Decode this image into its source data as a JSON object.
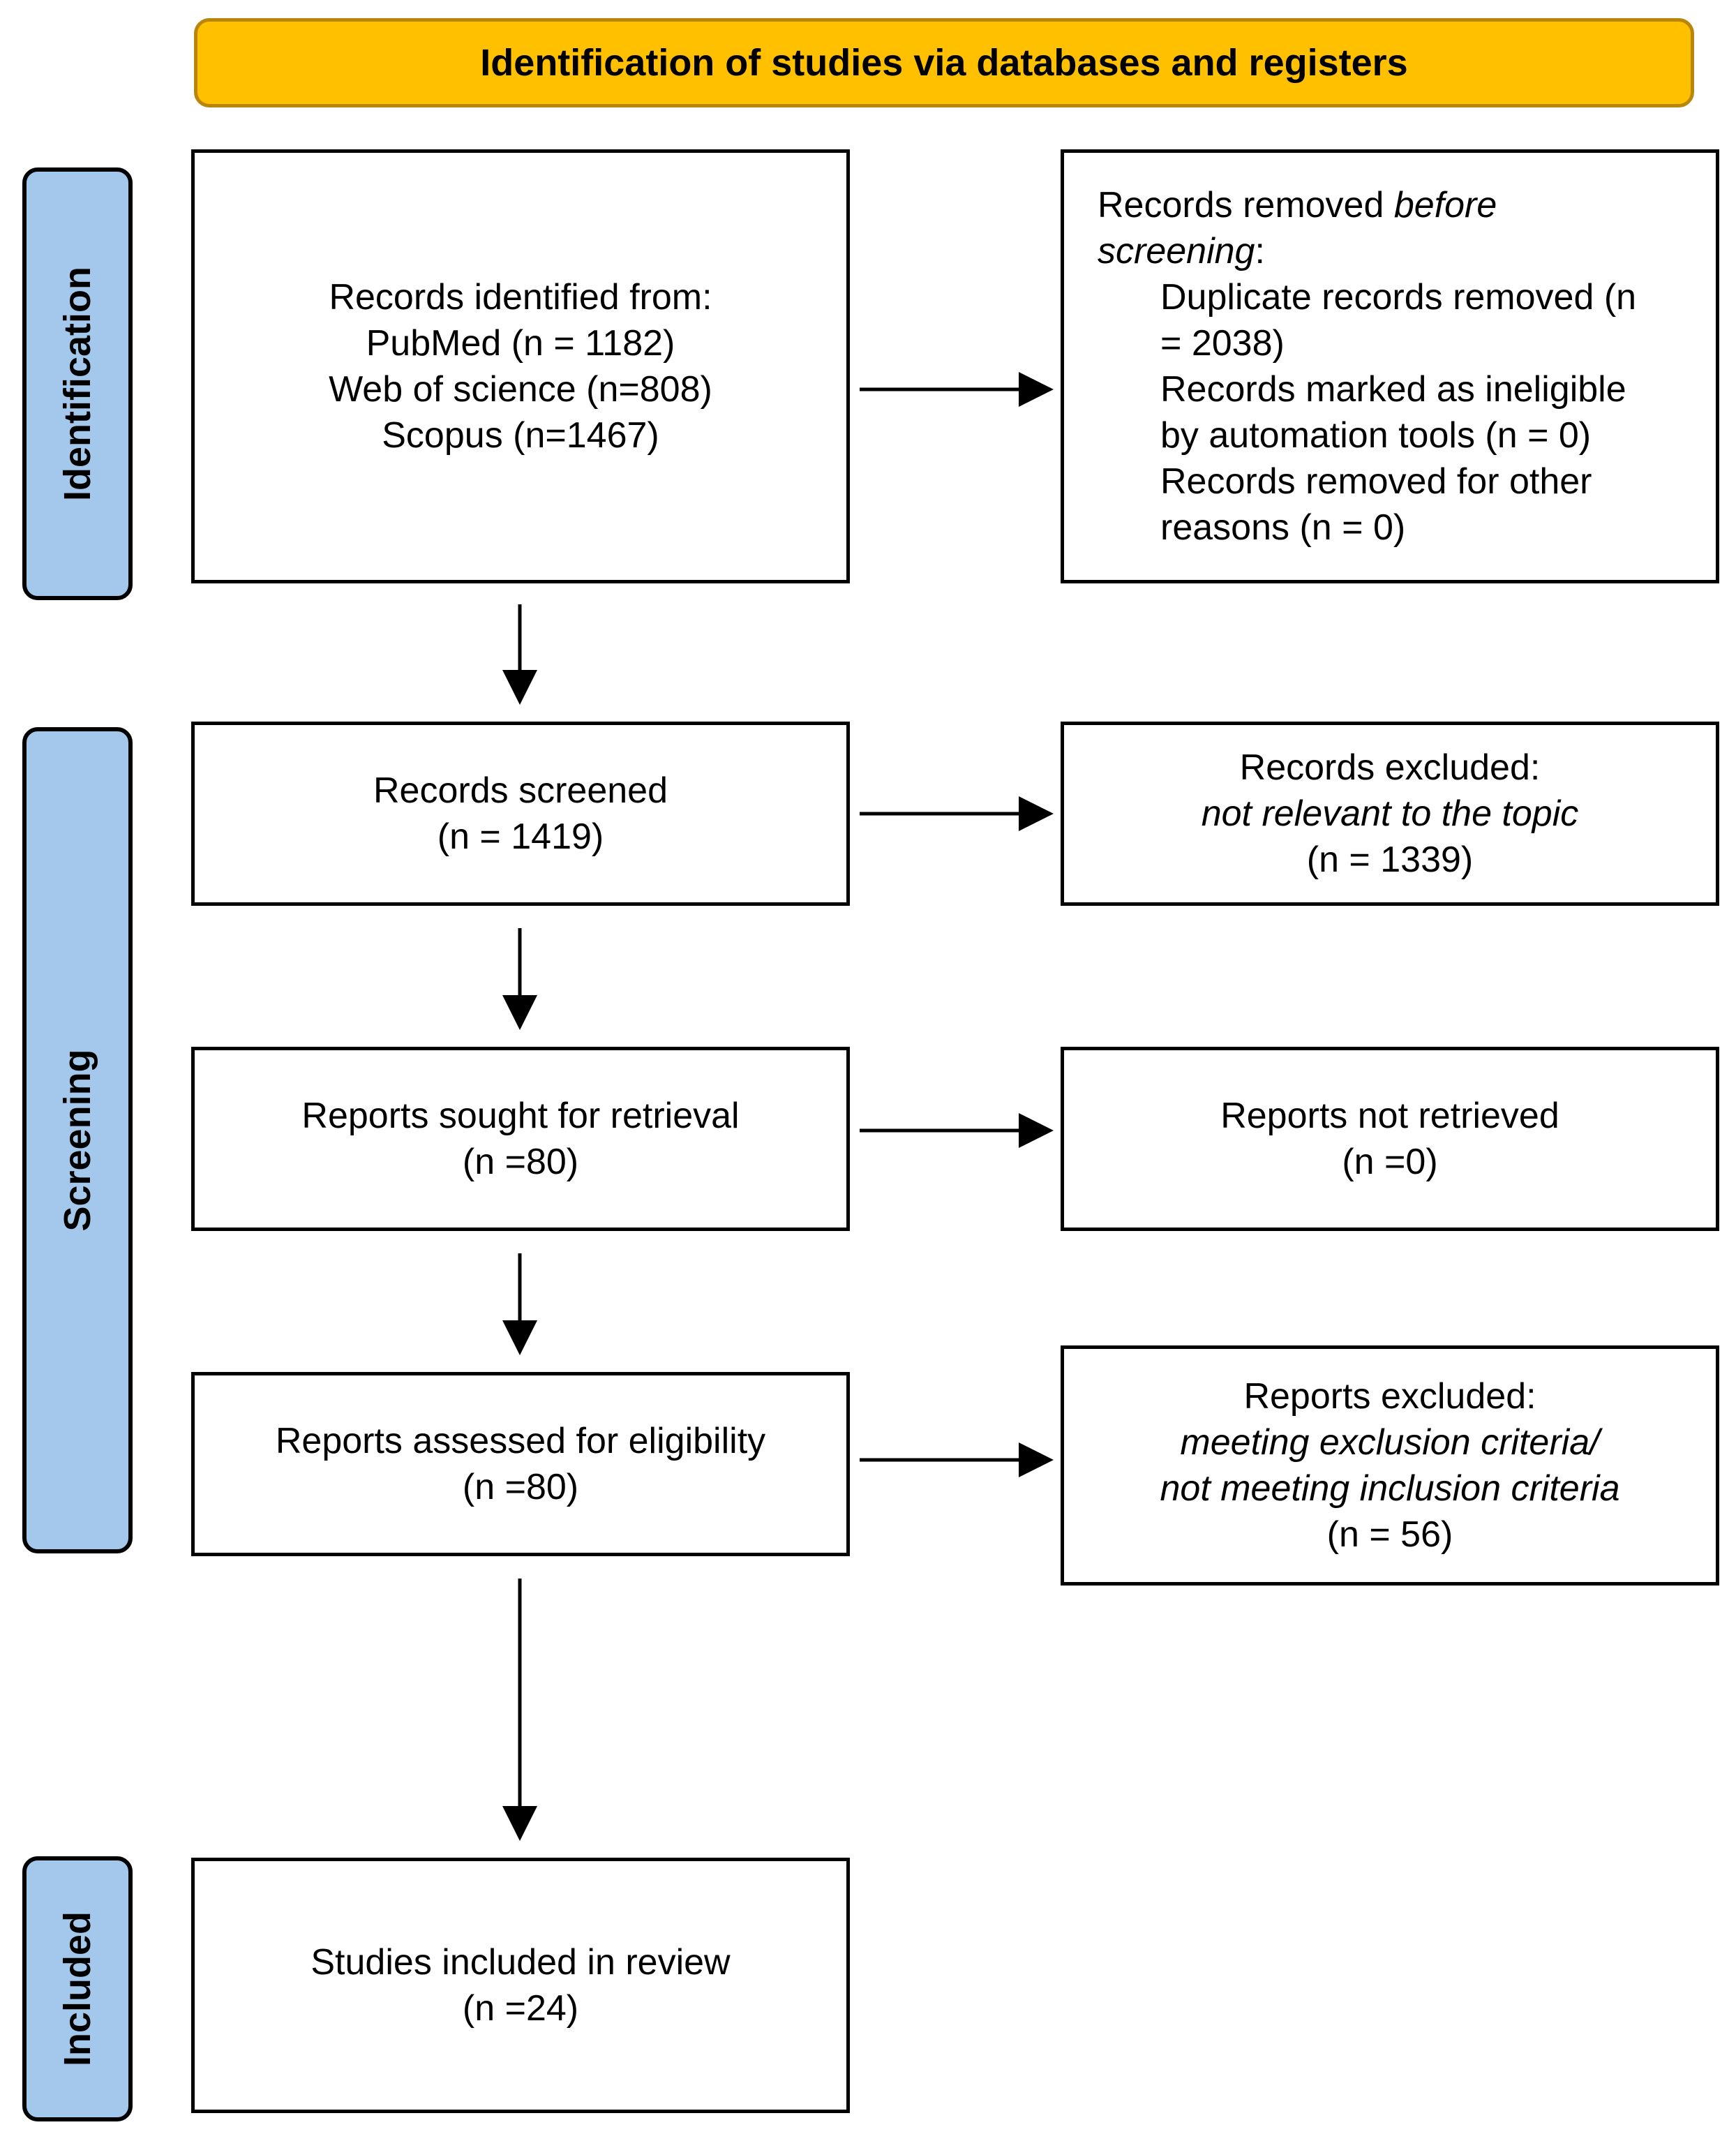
{
  "banner": {
    "title": "Identification of studies via databases and registers"
  },
  "colors": {
    "banner_fill": "#FFC000",
    "banner_border": "#B8860B",
    "phase_fill": "#A4C8EC",
    "line": "#000000"
  },
  "phases": {
    "identification": "Identification",
    "screening": "Screening",
    "included": "Included"
  },
  "boxes": {
    "records_identified": {
      "heading": "Records identified from:",
      "lines": [
        "PubMed (n = 1182)",
        "Web of science (n=808)",
        "Scopus (n=1467)"
      ]
    },
    "records_removed": {
      "heading_plain": "Records removed ",
      "heading_italic": "before",
      "heading_italic2": "screening",
      "heading_colon": ":",
      "line1a": "Duplicate records removed (n",
      "line1b": "= 2038)",
      "line2a": "Records marked as ineligible",
      "line2b": "by automation tools (n = 0)",
      "line3a": "Records removed for other",
      "line3b": "reasons (n = 0)"
    },
    "records_screened": {
      "label": "Records screened",
      "count": "(n = 1419)"
    },
    "records_excluded": {
      "label": "Records excluded:",
      "reason": "not relevant to the topic",
      "count": "(n = 1339)"
    },
    "reports_sought": {
      "label": "Reports sought for retrieval",
      "count": "(n =80)"
    },
    "reports_not_retrieved": {
      "label": "Reports not retrieved",
      "count": "(n =0)"
    },
    "reports_assessed": {
      "label": "Reports assessed for eligibility",
      "count": "(n =80)"
    },
    "reports_excluded": {
      "label": "Reports excluded:",
      "reason1": "meeting exclusion criteria/",
      "reason2": "not meeting inclusion criteria",
      "count": "(n = 56)"
    },
    "studies_included": {
      "label": "Studies included in review",
      "count": "(n =24)"
    }
  }
}
